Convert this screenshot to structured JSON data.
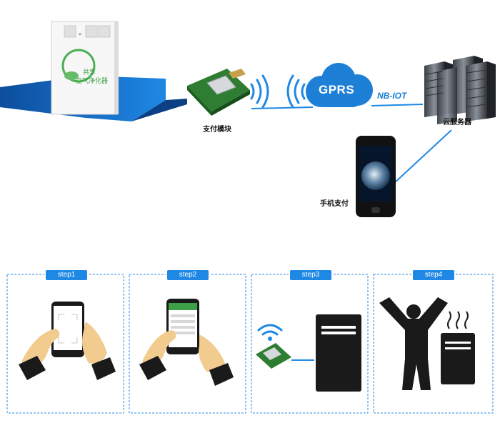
{
  "labels": {
    "payment_module": "支付模块",
    "cloud_server": "云服务器",
    "mobile_payment": "手机支付",
    "gprs": "GPRS",
    "nb_iot": "NB-IOT"
  },
  "product": {
    "brand_text": "共享",
    "product_name": "空气净化器"
  },
  "steps": [
    {
      "label": "step1"
    },
    {
      "label": "step2"
    },
    {
      "label": "step3"
    },
    {
      "label": "step4"
    }
  ],
  "colors": {
    "accent": "#1f88e5",
    "floor": "#1565c0",
    "cloud": "#1e7fd6",
    "dark": "#1a1a1a",
    "skin": "#f2cb8e"
  }
}
